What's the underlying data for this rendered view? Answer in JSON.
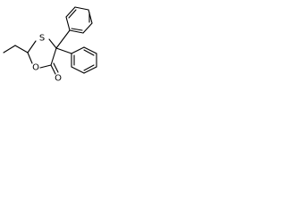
{
  "diagram": {
    "type": "structural-formula",
    "atoms": {
      "sulfur": "S",
      "ring_oxygen": "O",
      "carbonyl_oxygen": "O"
    }
  }
}
